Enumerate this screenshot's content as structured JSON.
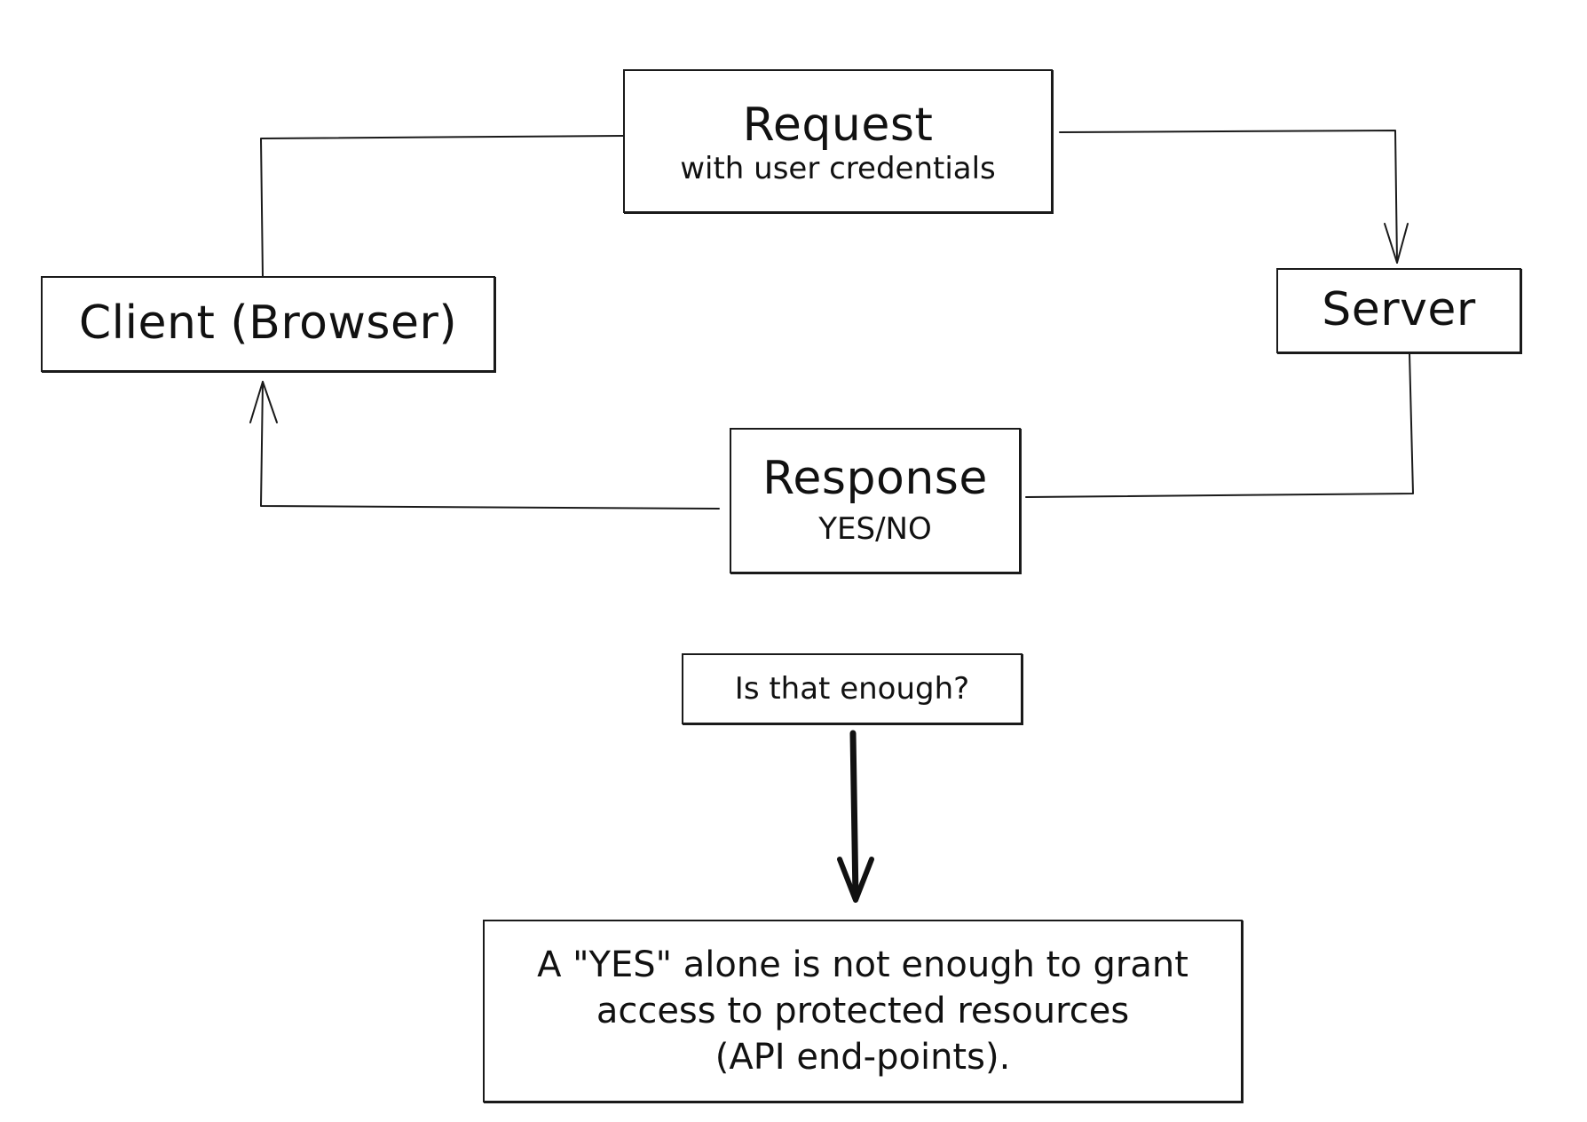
{
  "nodes": {
    "request": {
      "title": "Request",
      "subtitle": "with user credentials"
    },
    "client": {
      "title": "Client (Browser)"
    },
    "server": {
      "title": "Server"
    },
    "response": {
      "title": "Response",
      "subtitle": "YES/NO"
    },
    "question": {
      "text": "Is that enough?"
    },
    "note": {
      "lines": [
        "A \"YES\" alone is not enough to grant",
        "access to protected resources",
        "(API end-points)."
      ]
    }
  },
  "colors": {
    "stroke": "#1a1a1a",
    "background": "#ffffff"
  }
}
